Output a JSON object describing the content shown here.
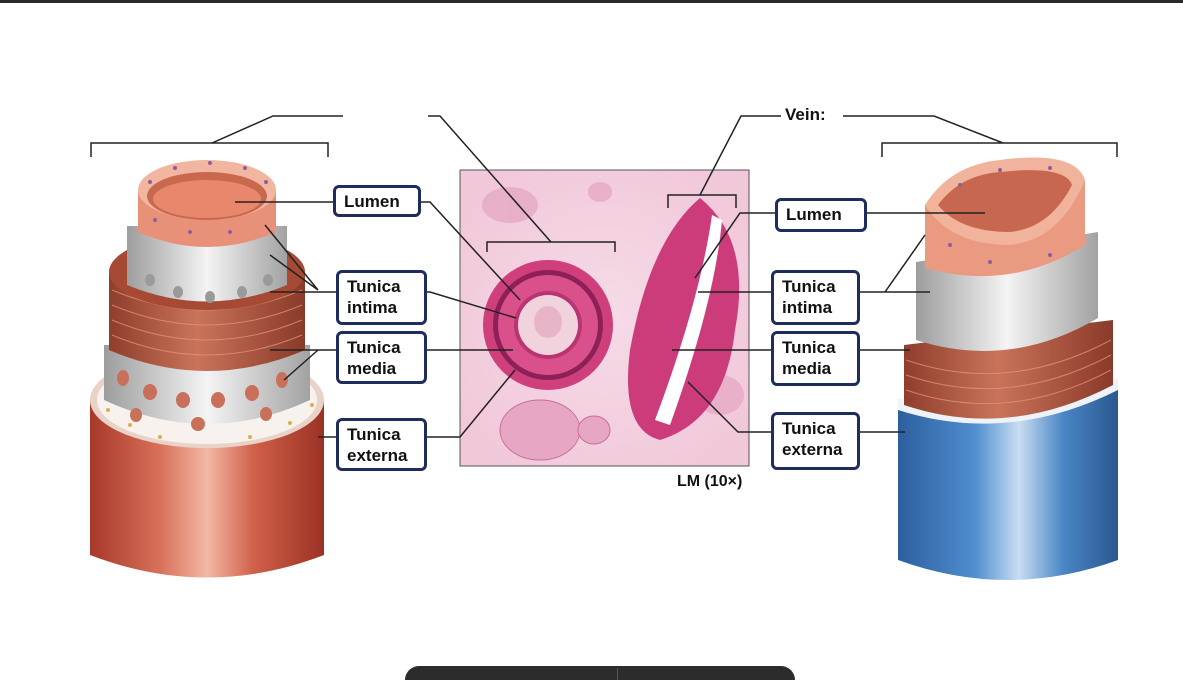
{
  "labels": {
    "artery_lumen": "Lumen",
    "artery_intima": "Tunica\nintima",
    "artery_media": "Tunica\nmedia",
    "artery_externa": "Tunica\nexterna",
    "vein_title": "Vein:",
    "vein_lumen": "Lumen",
    "vein_intima": "Tunica\nintima",
    "vein_media": "Tunica\nmedia",
    "vein_externa": "Tunica\nexterna",
    "magnification": "LM (10×)"
  },
  "colors": {
    "label_border": "#1f2d5c",
    "artery_externa": "#c8553f",
    "vein_externa": "#3f7fbf",
    "media_muscle": "#b9614a",
    "intima": "#f0a58c",
    "histology_pink": "#d8558a"
  }
}
